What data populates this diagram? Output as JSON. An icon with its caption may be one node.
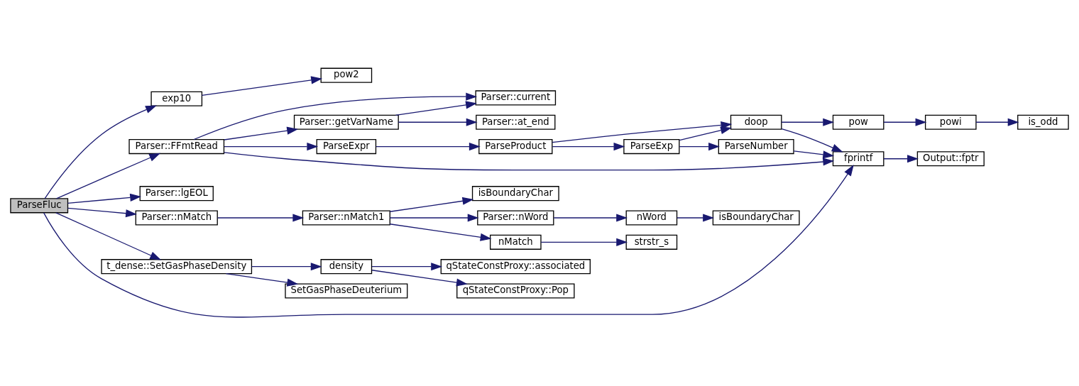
{
  "diagram": {
    "nodes": [
      {
        "text": [
          "ParseFluc"
        ]
      },
      {
        "text": [
          "exp10"
        ]
      },
      {
        "text": [
          "Parser::FFmtRead"
        ]
      },
      {
        "text": [
          "Parser::lgEOL"
        ]
      },
      {
        "text": [
          "Parser::nMatch"
        ]
      },
      {
        "text": [
          "t_dense::SetGasPhaseDensity"
        ]
      },
      {
        "text": [
          "pow2"
        ]
      },
      {
        "text": [
          "Parser::current"
        ]
      },
      {
        "text": [
          "Parser::getVarName"
        ]
      },
      {
        "text": [
          "Parser::at_end"
        ]
      },
      {
        "text": [
          "ParseExpr"
        ]
      },
      {
        "text": [
          "ParseProduct"
        ]
      },
      {
        "text": [
          "doop"
        ]
      },
      {
        "text": [
          "ParseExp"
        ]
      },
      {
        "text": [
          "ParseNumber"
        ]
      },
      {
        "text": [
          "pow"
        ]
      },
      {
        "text": [
          "powi"
        ]
      },
      {
        "text": [
          "is_odd"
        ]
      },
      {
        "text": [
          "fprintf"
        ]
      },
      {
        "text": [
          "Output::fptr"
        ]
      },
      {
        "text": [
          "Parser::nMatch1"
        ]
      },
      {
        "text": [
          "isBoundaryChar"
        ]
      },
      {
        "text": [
          "Parser::nWord"
        ]
      },
      {
        "text": [
          "nWord"
        ]
      },
      {
        "text": [
          "isBoundaryChar"
        ]
      },
      {
        "text": [
          "nMatch"
        ]
      },
      {
        "text": [
          "strstr_s"
        ]
      },
      {
        "text": [
          "density"
        ]
      },
      {
        "text": [
          "qStateConstProxy::associated"
        ]
      },
      {
        "text": [
          "SetGasPhaseDeuterium"
        ]
      },
      {
        "text": [
          "qStateConstProxy::Pop"
        ]
      }
    ],
    "edges": [
      {
        "from": 0,
        "to": 1,
        "arrow": "to"
      },
      {
        "from": 0,
        "to": 2,
        "arrow": "to"
      },
      {
        "from": 0,
        "to": 18,
        "arrow": "to"
      },
      {
        "from": 0,
        "to": 3,
        "arrow": "to"
      },
      {
        "from": 0,
        "to": 4,
        "arrow": "to"
      },
      {
        "from": 0,
        "to": 5,
        "arrow": "to"
      },
      {
        "from": 1,
        "to": 6,
        "arrow": "to"
      },
      {
        "from": 2,
        "to": 7,
        "arrow": "to"
      },
      {
        "from": 2,
        "to": 8,
        "arrow": "to"
      },
      {
        "from": 2,
        "to": 10,
        "arrow": "to"
      },
      {
        "from": 2,
        "to": 18,
        "arrow": "to"
      },
      {
        "from": 8,
        "to": 7,
        "arrow": "to"
      },
      {
        "from": 8,
        "to": 9,
        "arrow": "to"
      },
      {
        "from": 10,
        "to": 11,
        "arrow": "to"
      },
      {
        "from": 11,
        "to": 12,
        "arrow": "to"
      },
      {
        "from": 11,
        "to": 13,
        "arrow": "to"
      },
      {
        "from": 13,
        "to": 12,
        "arrow": "to"
      },
      {
        "from": 13,
        "to": 14,
        "arrow": "to"
      },
      {
        "from": 12,
        "to": 15,
        "arrow": "to"
      },
      {
        "from": 12,
        "to": 18,
        "arrow": "to"
      },
      {
        "from": 14,
        "to": 18,
        "arrow": "to"
      },
      {
        "from": 15,
        "to": 16,
        "arrow": "to"
      },
      {
        "from": 16,
        "to": 17,
        "arrow": "to"
      },
      {
        "from": 18,
        "to": 19,
        "arrow": "to"
      },
      {
        "from": 4,
        "to": 20,
        "arrow": "to"
      },
      {
        "from": 20,
        "to": 21,
        "arrow": "to"
      },
      {
        "from": 20,
        "to": 22,
        "arrow": "to"
      },
      {
        "from": 20,
        "to": 25,
        "arrow": "to"
      },
      {
        "from": 22,
        "to": 23,
        "arrow": "to"
      },
      {
        "from": 23,
        "to": 24,
        "arrow": "to"
      },
      {
        "from": 25,
        "to": 26,
        "arrow": "to"
      },
      {
        "from": 5,
        "to": 27,
        "arrow": "to"
      },
      {
        "from": 5,
        "to": 29,
        "arrow": "to"
      },
      {
        "from": 27,
        "to": 28,
        "arrow": "to"
      },
      {
        "from": 27,
        "to": 30,
        "arrow": "to"
      }
    ]
  }
}
